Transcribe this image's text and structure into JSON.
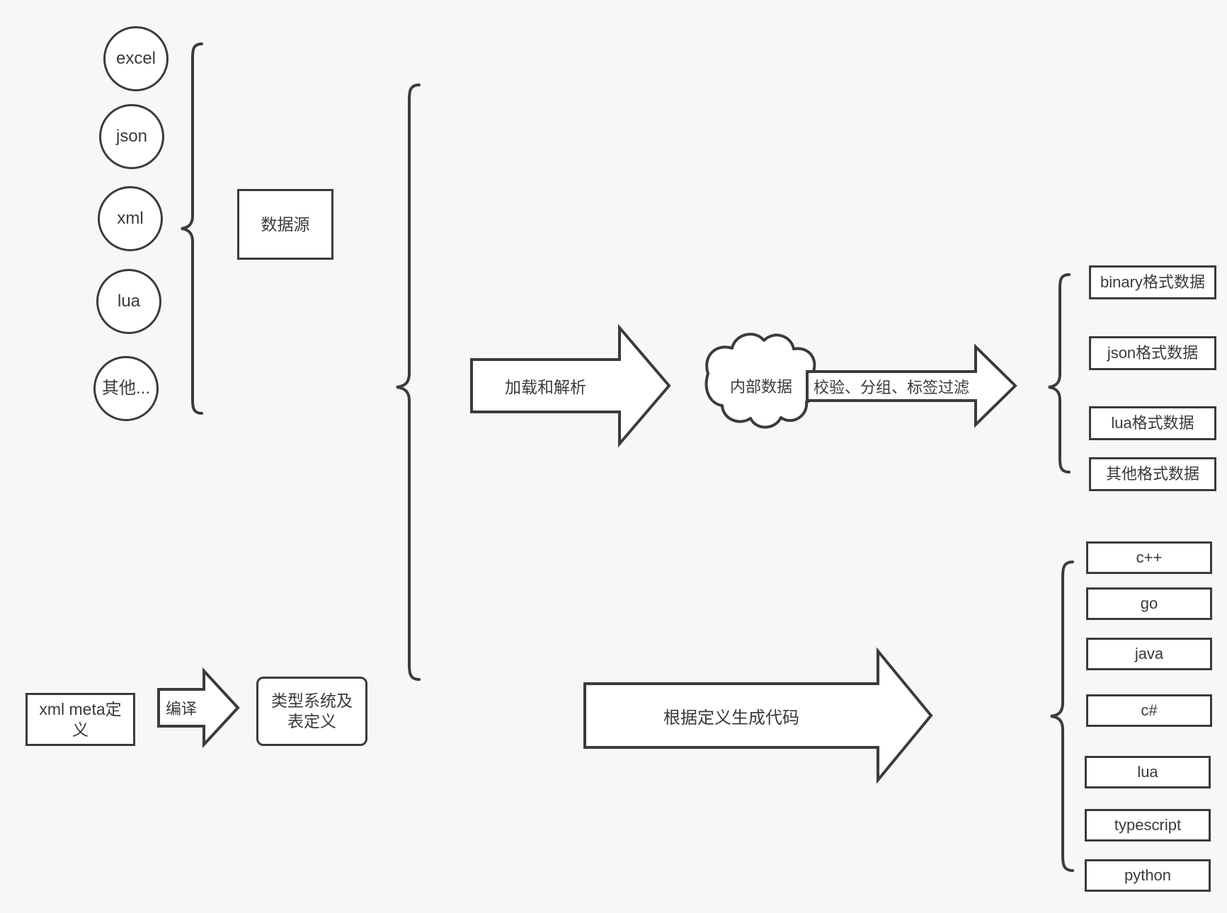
{
  "diagram": {
    "background_color": "#f7f7f7",
    "stroke_color": "#3b3b3b",
    "text_color": "#3a3a3a",
    "sources": {
      "items": [
        {
          "label": "excel"
        },
        {
          "label": "json"
        },
        {
          "label": "xml"
        },
        {
          "label": "lua"
        },
        {
          "label": "其他..."
        }
      ],
      "group_label": "数据源"
    },
    "meta": {
      "input_label": "xml meta定义",
      "compile_arrow_label": "编译",
      "output_label": "类型系统及表定义"
    },
    "pipeline": {
      "load_arrow_label": "加载和解析",
      "cloud_label": "内部数据",
      "filter_arrow_label": "校验、分组、标签过滤",
      "codegen_arrow_label": "根据定义生成代码"
    },
    "outputs": {
      "data_formats": [
        {
          "label": "binary格式数据"
        },
        {
          "label": "json格式数据"
        },
        {
          "label": "lua格式数据"
        },
        {
          "label": "其他格式数据"
        }
      ],
      "languages": [
        {
          "label": "c++"
        },
        {
          "label": "go"
        },
        {
          "label": "java"
        },
        {
          "label": "c#"
        },
        {
          "label": "lua"
        },
        {
          "label": "typescript"
        },
        {
          "label": "python"
        }
      ]
    }
  }
}
